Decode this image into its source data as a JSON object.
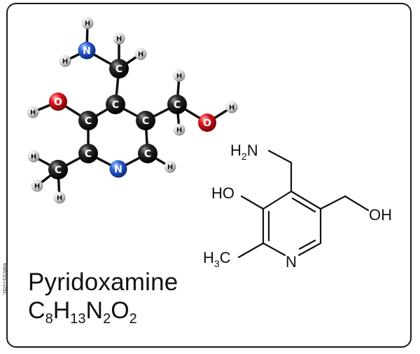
{
  "compound": {
    "name": "Pyridoxamine",
    "formula_parts": [
      {
        "text": "C",
        "sub": "8"
      },
      {
        "text": "H",
        "sub": "13"
      },
      {
        "text": "N",
        "sub": "2"
      },
      {
        "text": "O",
        "sub": "2"
      }
    ]
  },
  "ball_model": {
    "atom_colors": {
      "C": "#111111",
      "H": "#d9d9d9",
      "N": "#2a62d8",
      "O": "#e0171f"
    },
    "atoms": [
      {
        "id": "H1",
        "el": "H"
      },
      {
        "id": "H2",
        "el": "H"
      },
      {
        "id": "N1",
        "el": "N"
      },
      {
        "id": "C1",
        "el": "C"
      },
      {
        "id": "H3",
        "el": "H"
      },
      {
        "id": "H4",
        "el": "H"
      },
      {
        "id": "O1",
        "el": "O"
      },
      {
        "id": "H5",
        "el": "H"
      },
      {
        "id": "C2",
        "el": "C"
      },
      {
        "id": "C3",
        "el": "C"
      },
      {
        "id": "C4",
        "el": "C"
      },
      {
        "id": "C5",
        "el": "C"
      },
      {
        "id": "H6",
        "el": "H"
      },
      {
        "id": "H7",
        "el": "H"
      },
      {
        "id": "O2",
        "el": "O"
      },
      {
        "id": "H8",
        "el": "H"
      },
      {
        "id": "C6",
        "el": "C"
      },
      {
        "id": "N2",
        "el": "N"
      },
      {
        "id": "C7",
        "el": "C"
      },
      {
        "id": "H9",
        "el": "H"
      },
      {
        "id": "C8",
        "el": "C"
      },
      {
        "id": "H10",
        "el": "H"
      },
      {
        "id": "H11",
        "el": "H"
      },
      {
        "id": "H12",
        "el": "H"
      }
    ]
  },
  "skeletal": {
    "labels": {
      "amine": [
        "H",
        "2",
        "N"
      ],
      "hydroxyl_left": "HO",
      "hydroxyl_right": "OH",
      "ring_nitrogen": "N",
      "methyl": [
        "H",
        "3",
        "C"
      ]
    }
  },
  "stock_id": "260155989"
}
